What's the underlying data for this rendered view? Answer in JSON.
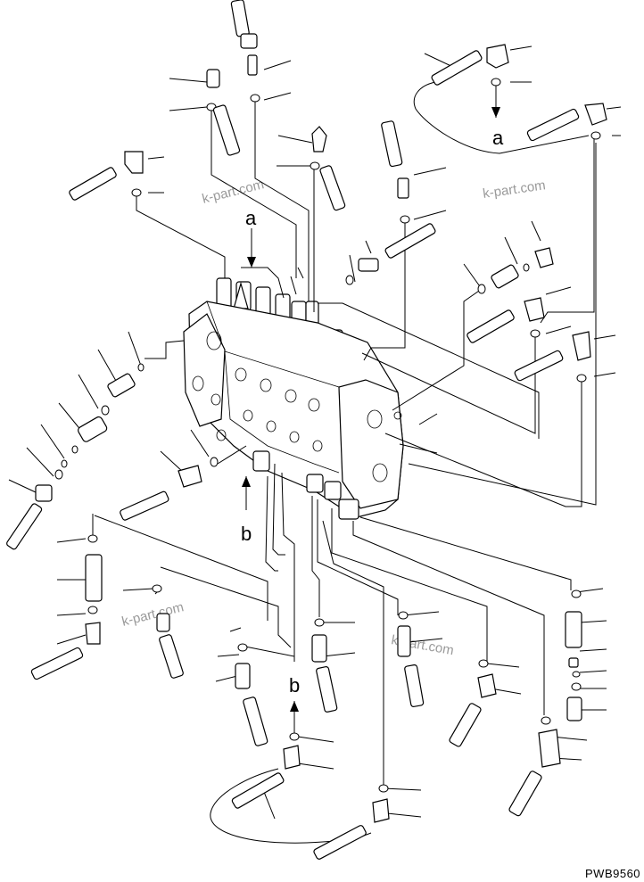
{
  "diagram": {
    "view_labels": {
      "a_top": "a",
      "a_right": "a",
      "b_left": "b",
      "b_bottom": "b"
    },
    "watermark_text": "k-part.com",
    "drawing_code": "PWB9560"
  }
}
